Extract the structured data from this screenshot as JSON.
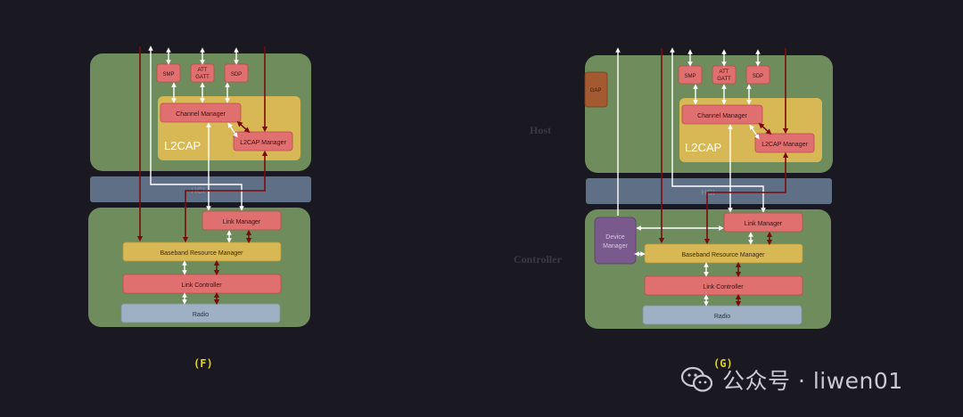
{
  "left": {
    "boxes": {
      "smp": "SMP",
      "att": "ATT",
      "gatt": "GATT",
      "sdp": "SDP",
      "channel_manager": "Channel Manager",
      "l2cap_manager": "L2CAP Manager",
      "l2cap": "L2CAP",
      "hci": "HCI",
      "link_manager": "Link Manager",
      "baseband": "Baseband Resource Manager",
      "link_controller": "Link Controller",
      "radio": "Radio"
    },
    "caption": "(F)"
  },
  "right": {
    "boxes": {
      "gap": "GAP",
      "smp": "SMP",
      "att": "ATT",
      "gatt": "GATT",
      "sdp": "SDP",
      "channel_manager": "Channel Manager",
      "l2cap_manager": "L2CAP Manager",
      "l2cap": "L2CAP",
      "hci": "HCI",
      "device": "Device",
      "manager": "Manager",
      "link_manager": "Link Manager",
      "baseband": "Baseband Resource Manager",
      "link_controller": "Link Controller",
      "radio": "Radio"
    },
    "caption": "(G)"
  },
  "side_labels": {
    "host": "Host",
    "controller": "Controller"
  },
  "watermark": {
    "text": "公众号 · liwen01",
    "icon": "wechat-icon"
  },
  "colors": {
    "background": "#1a1820",
    "host_panel": "#6e8c5c",
    "hci_bar": "#5f6f86",
    "red_box": "#e07070",
    "yellow_box": "#d8b854",
    "radio_box": "#9eb0c4",
    "gap_box": "#a35a30",
    "device_box": "#7a5a8c",
    "white_arrow": "#ffffff",
    "dark_red_arrow": "#7a0c0c",
    "caption": "#e0d21a"
  }
}
